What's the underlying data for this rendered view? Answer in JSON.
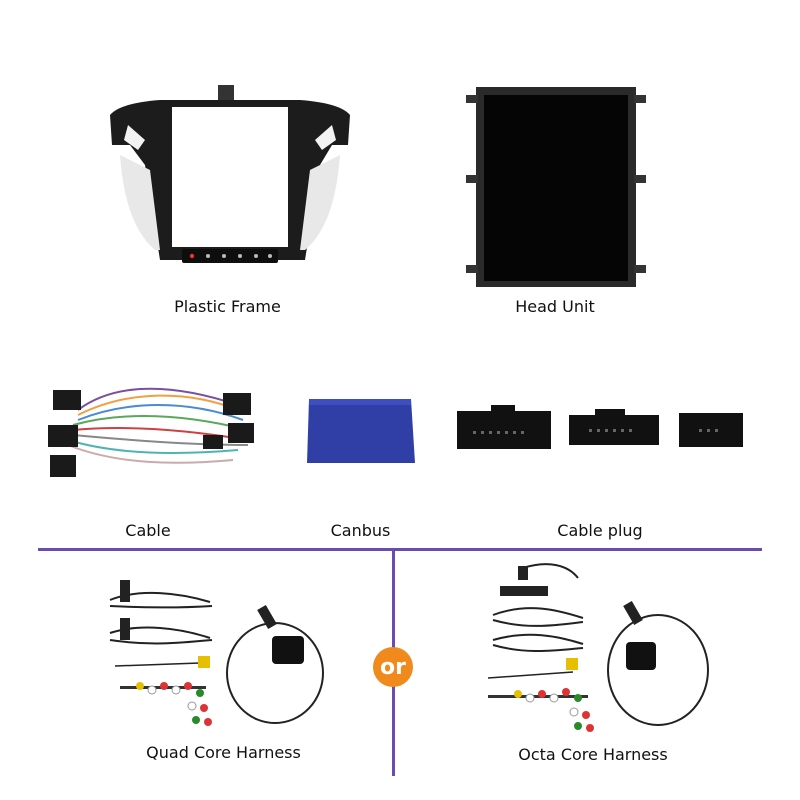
{
  "items": {
    "plastic_frame": "Plastic Frame",
    "head_unit": "Head Unit",
    "cable": "Cable",
    "canbus": "Canbus",
    "cable_plug": "Cable plug",
    "quad_core_harness": "Quad Core Harness",
    "octa_core_harness": "Octa Core Harness",
    "or": "or"
  },
  "colors": {
    "divider": "#6a4bb0",
    "or_badge": "#f08a1c",
    "canbus_box": "#2f3fa6"
  }
}
